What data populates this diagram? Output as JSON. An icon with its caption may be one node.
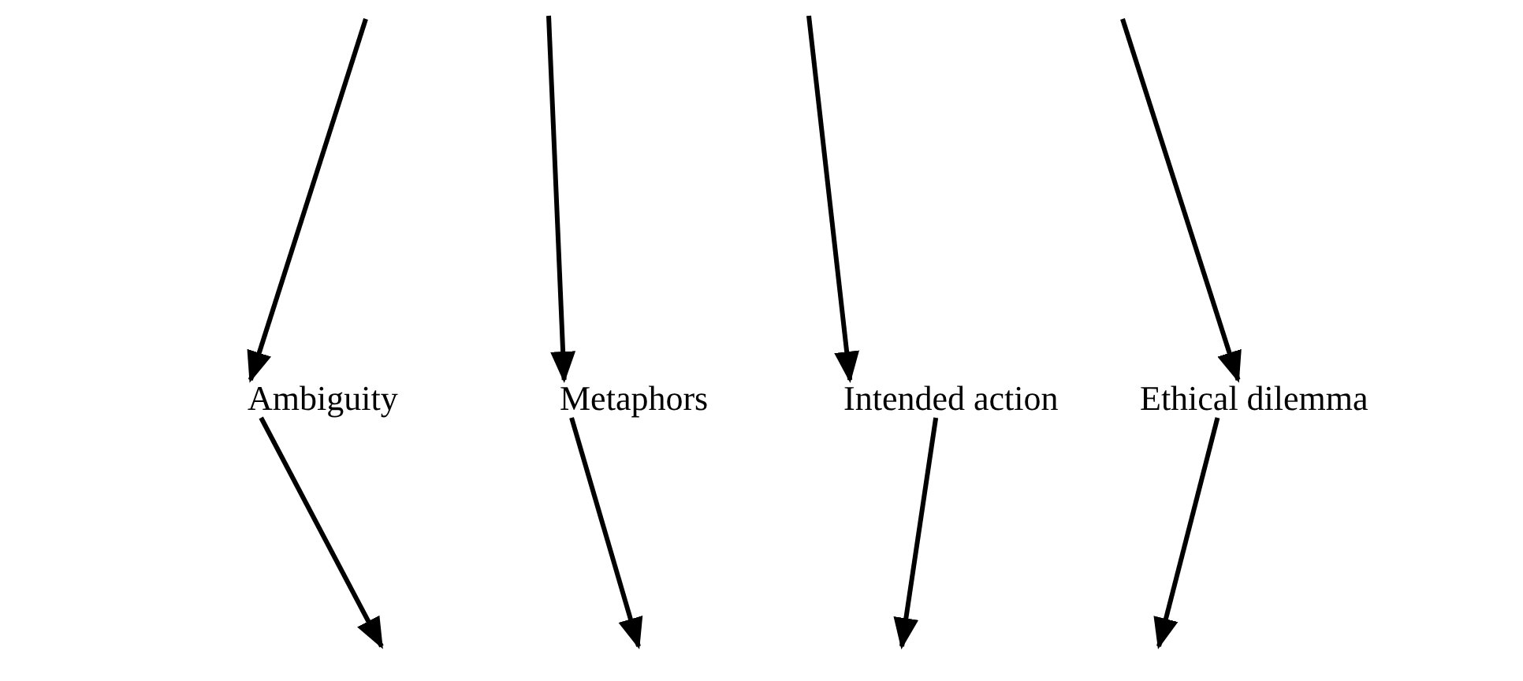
{
  "diagram": {
    "nodes": [
      {
        "text": [
          "Ambiguity"
        ]
      },
      {
        "text": [
          "Metaphors"
        ]
      },
      {
        "text": [
          "Intended action"
        ]
      },
      {
        "text": [
          "Ethical dilemma"
        ]
      }
    ],
    "edges": [
      {
        "from": null,
        "to": 0,
        "arrow": "to"
      },
      {
        "from": null,
        "to": 1,
        "arrow": "to"
      },
      {
        "from": null,
        "to": 2,
        "arrow": "to"
      },
      {
        "from": null,
        "to": 3,
        "arrow": "to"
      },
      {
        "from": 0,
        "to": null,
        "arrow": "to"
      },
      {
        "from": 1,
        "to": null,
        "arrow": "to"
      },
      {
        "from": 2,
        "to": null,
        "arrow": "to"
      },
      {
        "from": 3,
        "to": null,
        "arrow": "to"
      }
    ]
  }
}
